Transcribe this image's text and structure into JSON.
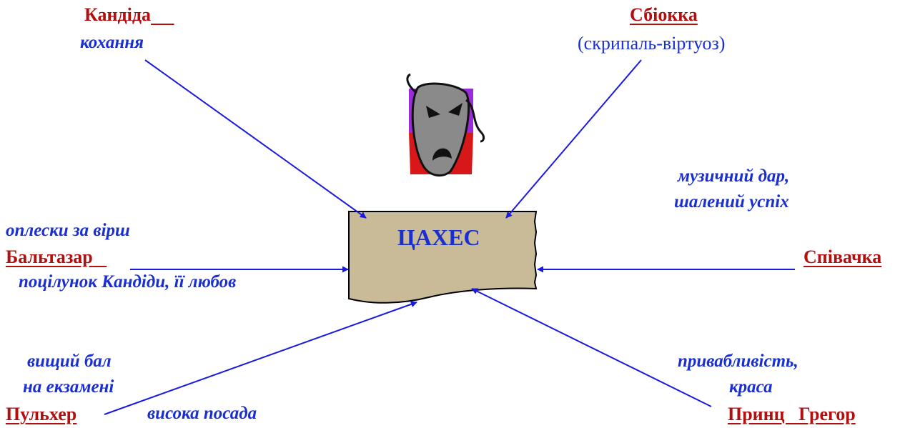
{
  "center": {
    "label": "ЦАХЕС"
  },
  "nodes": {
    "kandida": {
      "name": "Кандіда",
      "gain": "кохання"
    },
    "sbiokka": {
      "name": "Сбіокка",
      "note": "(скрипаль-віртуоз)"
    },
    "baltazar": {
      "name": "Бальтазар",
      "gain_top": "оплески за вірш",
      "gain_bottom": "поцілунок Кандіди, її любов"
    },
    "spivachka": {
      "name": "Співачка",
      "gain_line1": "музичний   дар,",
      "gain_line2": "шалений успіх"
    },
    "pulkher": {
      "name": "Пульхер",
      "gain_line1": "вищий бал",
      "gain_line2": "на екзамені",
      "gain_line3": "висока посада"
    },
    "grehor": {
      "name": "Принц   Грегор",
      "gain_line1": "привабливість,",
      "gain_line2": "краса"
    }
  },
  "icons": {
    "mask": "tragedy-mask-icon"
  },
  "colors": {
    "name_red": "#b01010",
    "text_blue": "#1a2fd0",
    "arrow_blue": "#1a1adf",
    "box_fill": "#c9bb98"
  }
}
